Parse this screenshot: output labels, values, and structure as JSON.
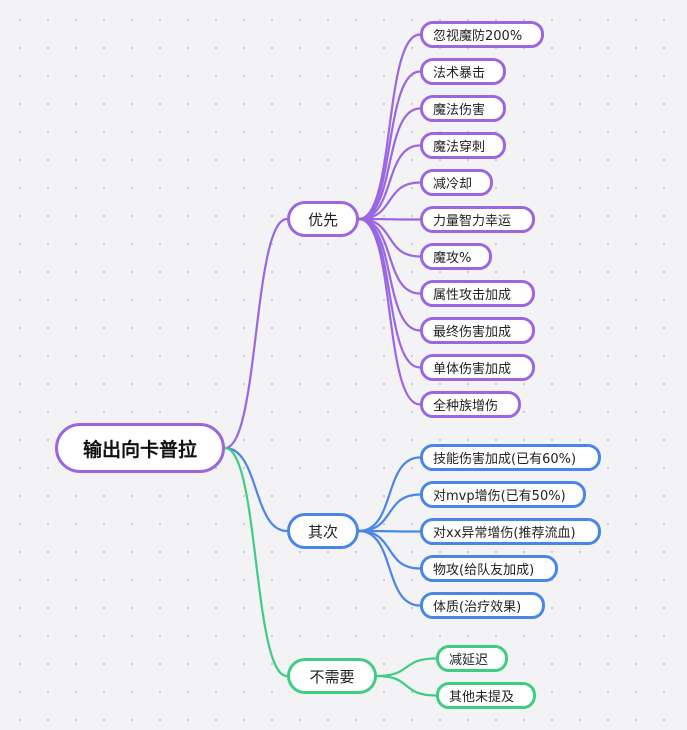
{
  "root": {
    "label": "输出向卡普拉"
  },
  "colors": {
    "purple": "#9b66e2",
    "blue": "#4a86e8",
    "green": "#3fcc83"
  },
  "branches": [
    {
      "label": "优先",
      "color": "purple",
      "items": [
        "忽视魔防200%",
        "法术暴击",
        "魔法伤害",
        "魔法穿刺",
        "减冷却",
        "力量智力幸运",
        "魔攻%",
        "属性攻击加成",
        "最终伤害加成",
        "单体伤害加成",
        "全种族增伤"
      ]
    },
    {
      "label": "其次",
      "color": "blue",
      "items": [
        "技能伤害加成(已有60%)",
        "对mvp增伤(已有50%)",
        "对xx异常增伤(推荐流血)",
        "物攻(给队友加成)",
        "体质(治疗效果)"
      ]
    },
    {
      "label": "不需要",
      "color": "green",
      "items": [
        "减延迟",
        "其他未提及"
      ]
    }
  ]
}
